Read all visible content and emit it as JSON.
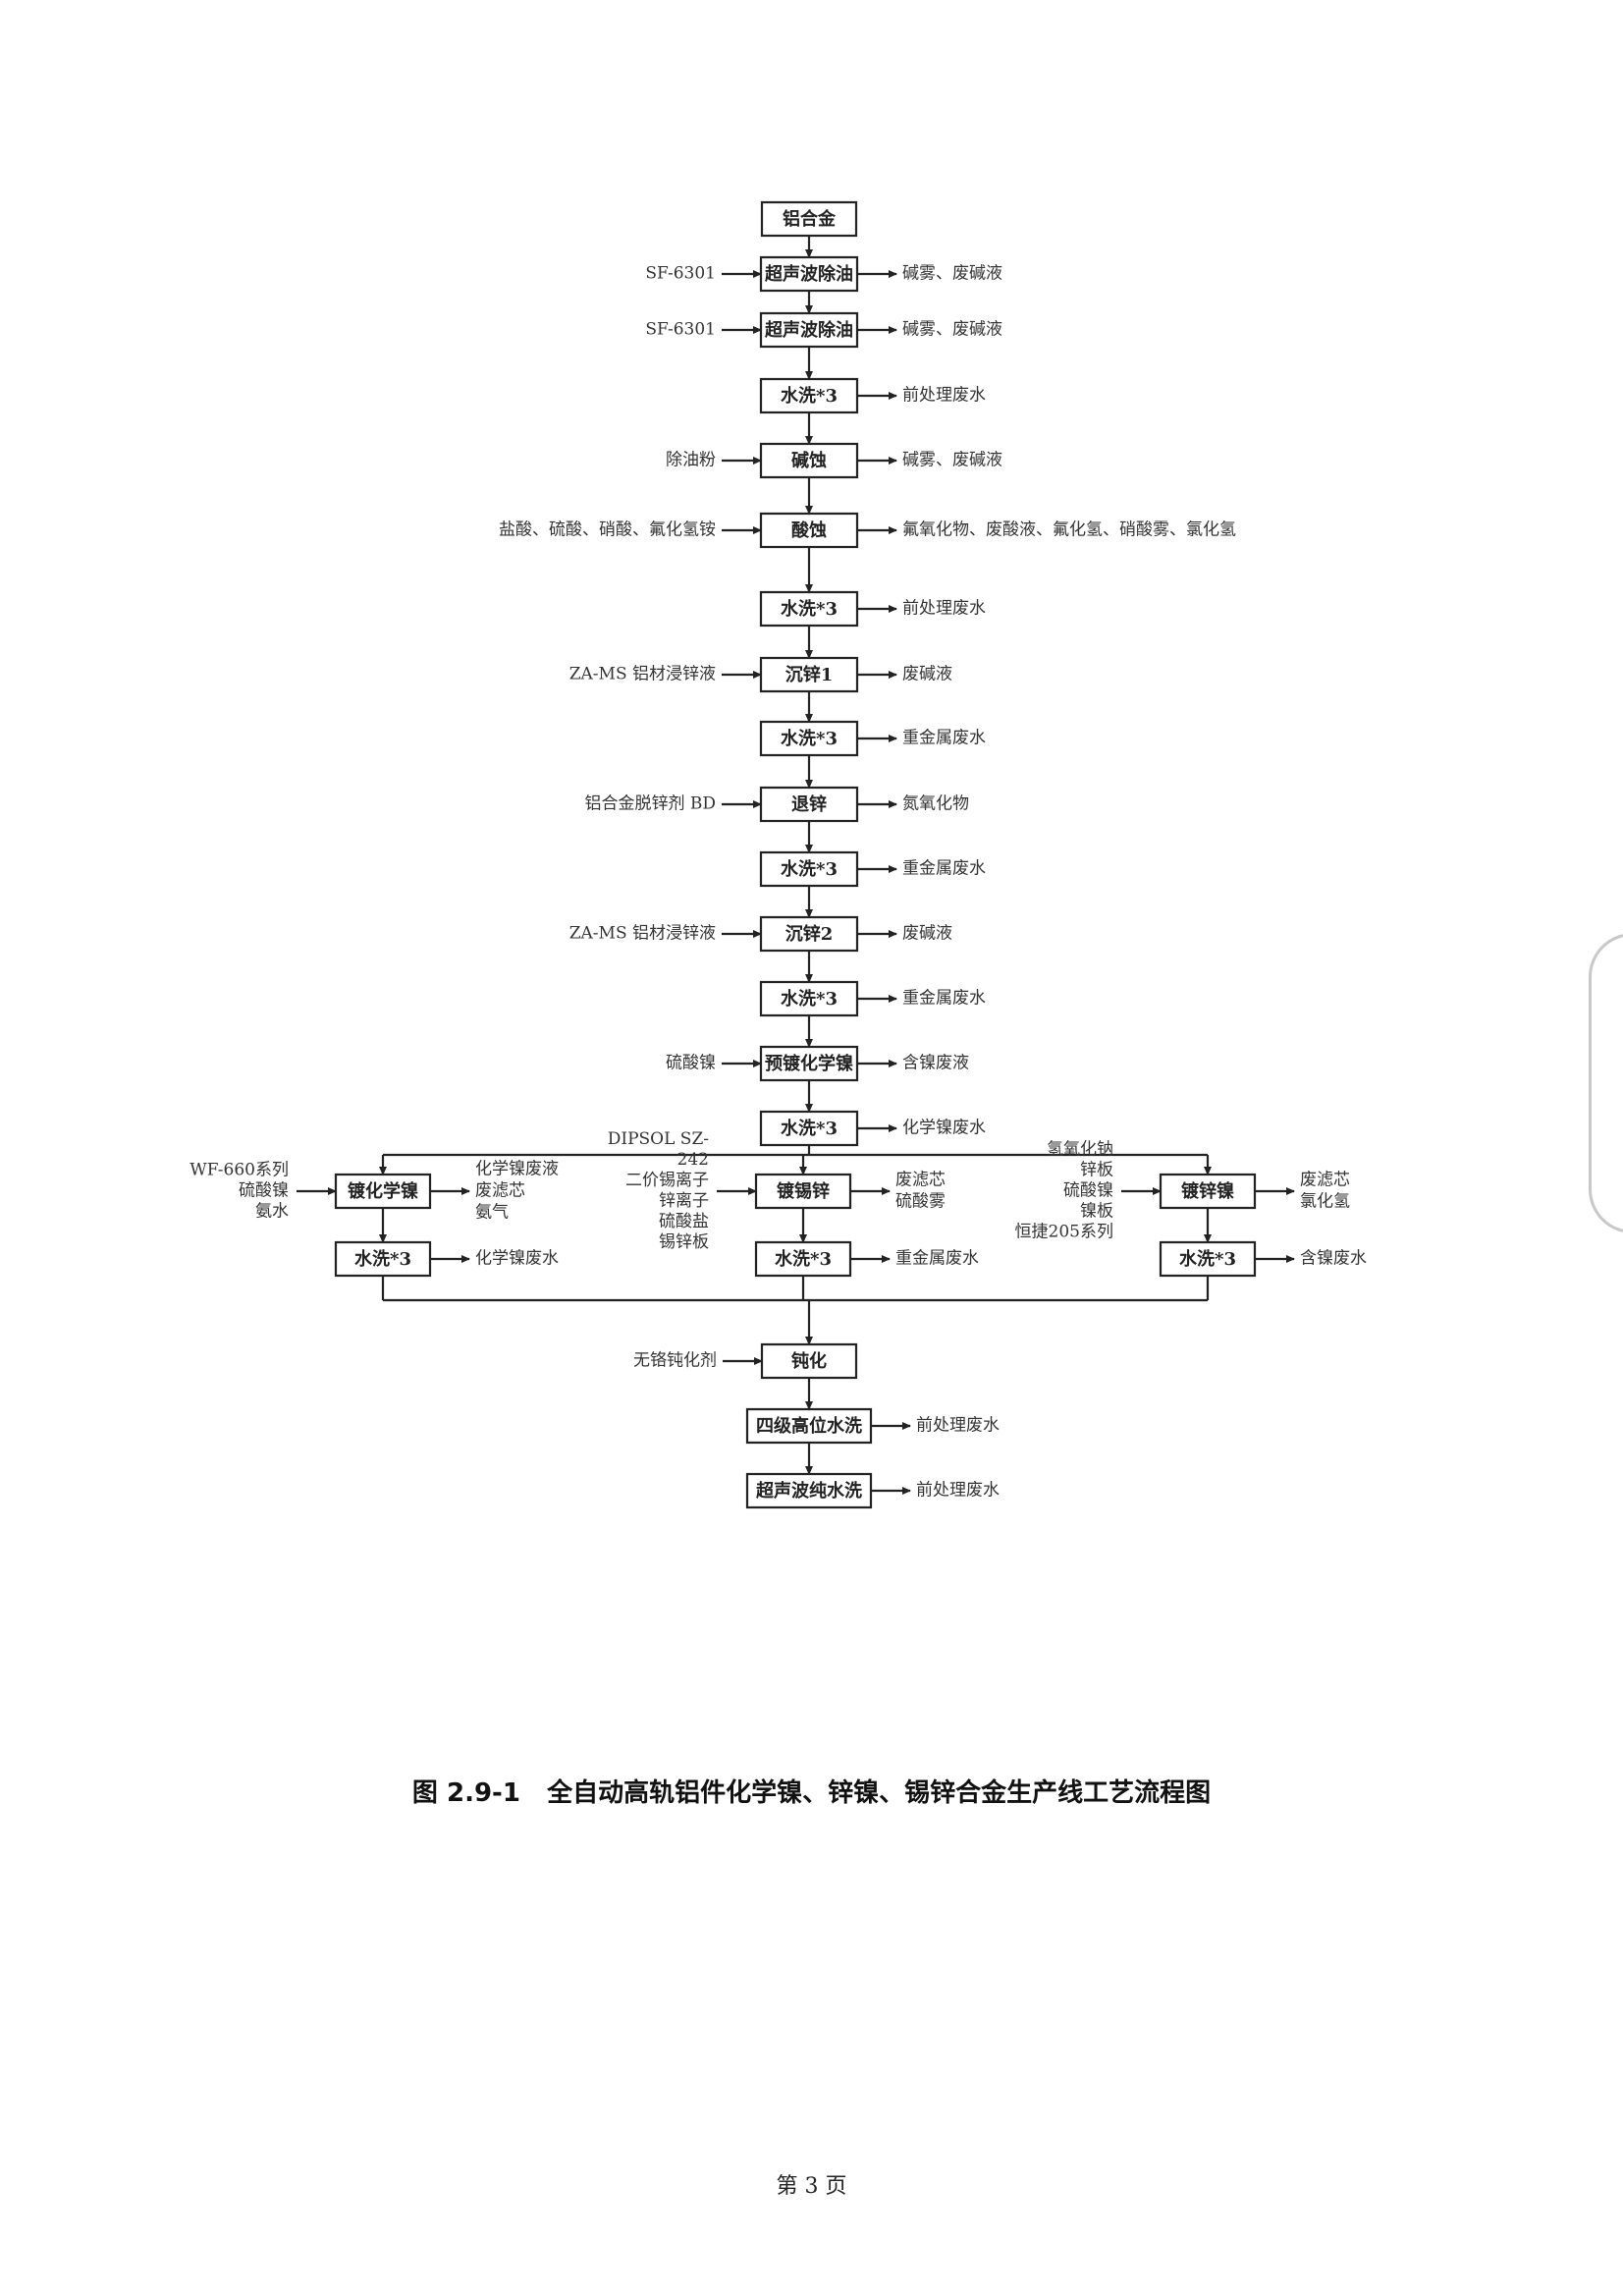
{
  "figure": {
    "caption": "图 2.9-1   全自动高轨铝件化学镍、锌镍、锡锌合金生产线工艺流程图",
    "page_number": "第 3 页"
  },
  "main_steps": [
    {
      "label": "铝合金",
      "inputs": [],
      "outputs": []
    },
    {
      "label": "超声波除油",
      "inputs": [
        "SF-6301"
      ],
      "outputs": [
        "碱雾、废碱液"
      ]
    },
    {
      "label": "超声波除油",
      "inputs": [
        "SF-6301"
      ],
      "outputs": [
        "碱雾、废碱液"
      ]
    },
    {
      "label": "水洗*3",
      "inputs": [],
      "outputs": [
        "前处理废水"
      ]
    },
    {
      "label": "碱蚀",
      "inputs": [
        "除油粉"
      ],
      "outputs": [
        "碱雾、废碱液"
      ]
    },
    {
      "label": "酸蚀",
      "inputs": [
        "盐酸、硫酸、硝酸、氟化氢铵"
      ],
      "outputs": [
        "氟氧化物、废酸液、氟化氢、硝酸雾、氯化氢"
      ]
    },
    {
      "label": "水洗*3",
      "inputs": [],
      "outputs": [
        "前处理废水"
      ]
    },
    {
      "label": "沉锌1",
      "inputs": [
        "ZA-MS 铝材浸锌液"
      ],
      "outputs": [
        "废碱液"
      ]
    },
    {
      "label": "水洗*3",
      "inputs": [],
      "outputs": [
        "重金属废水"
      ]
    },
    {
      "label": "退锌",
      "inputs": [
        "铝合金脱锌剂 BD"
      ],
      "outputs": [
        "氮氧化物"
      ]
    },
    {
      "label": "水洗*3",
      "inputs": [],
      "outputs": [
        "重金属废水"
      ]
    },
    {
      "label": "沉锌2",
      "inputs": [
        "ZA-MS 铝材浸锌液"
      ],
      "outputs": [
        "废碱液"
      ]
    },
    {
      "label": "水洗*3",
      "inputs": [],
      "outputs": [
        "重金属废水"
      ]
    },
    {
      "label": "预镀化学镍",
      "inputs": [
        "硫酸镍"
      ],
      "outputs": [
        "含镍废液"
      ]
    },
    {
      "label": "水洗*3",
      "inputs": [],
      "outputs": [
        "化学镍废水"
      ]
    }
  ],
  "branches": [
    {
      "step": "镀化学镍",
      "inputs": [
        "WF-660系列",
        "硫酸镍",
        "氨水"
      ],
      "outputs": [
        "化学镍废液",
        "废滤芯",
        "氨气"
      ],
      "rinse": "水洗*3",
      "rinse_output": "化学镍废水"
    },
    {
      "step": "镀锡锌",
      "inputs": [
        "DIPSOL SZ-",
        "242",
        "二价锡离子",
        "锌离子",
        "硫酸盐",
        "锡锌板"
      ],
      "outputs": [
        "废滤芯",
        "硫酸雾"
      ],
      "rinse": "水洗*3",
      "rinse_output": "重金属废水"
    },
    {
      "step": "镀锌镍",
      "inputs": [
        "氢氧化钠",
        "锌板",
        "硫酸镍",
        "镍板",
        "恒捷205系列"
      ],
      "outputs": [
        "废滤芯",
        "氯化氢"
      ],
      "rinse": "水洗*3",
      "rinse_output": "含镍废水"
    }
  ],
  "final_steps": [
    {
      "label": "钝化",
      "inputs": [
        "无铬钝化剂"
      ],
      "outputs": []
    },
    {
      "label": "四级高位水洗",
      "inputs": [],
      "outputs": [
        "前处理废水"
      ]
    },
    {
      "label": "超声波纯水洗",
      "inputs": [],
      "outputs": [
        "前处理废水"
      ]
    }
  ]
}
